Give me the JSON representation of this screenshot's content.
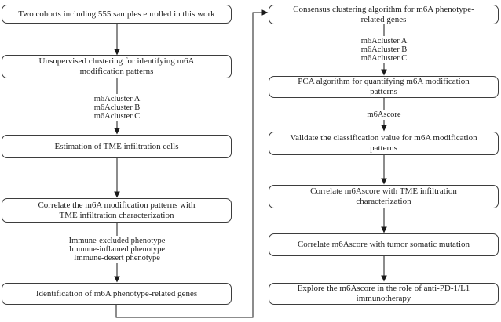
{
  "figure": {
    "type": "flowchart",
    "background_color": "#ffffff",
    "line_color": "#1a1a1a",
    "box_border_color": "#3d3d3d",
    "text_color": "#1f1f1f"
  },
  "flowchart": {
    "left_column": {
      "boxes": [
        {
          "label": "Two cohorts including 555 samples enrolled in this work"
        },
        {
          "label": "Unsupervised clustering for identifying m6A modification patterns"
        },
        {
          "label": "Estimation of TME infiltration cells"
        },
        {
          "label": "Correlate the m6A modification patterns with TME infiltration characterization"
        },
        {
          "label": "Identification of m6A phenotype-related genes"
        }
      ],
      "edge_labels": [
        {
          "text": "m6Acluster A\nm6Acluster B\nm6Acluster C"
        },
        {
          "text": "Immune-excluded phenotype\nImmune-inflamed phenotype\nImmune-desert phenotype"
        }
      ]
    },
    "right_column": {
      "boxes": [
        {
          "label": "Consensus clustering algorithm for m6A phenotype-related genes"
        },
        {
          "label": "PCA algorithm for quantifying m6A modification patterns"
        },
        {
          "label": "Validate the classification value for m6A modification patterns"
        },
        {
          "label": "Correlate m6Ascore with TME infiltration characterization"
        },
        {
          "label": "Correlate m6Ascore with tumor somatic mutation"
        },
        {
          "label": "Explore the m6Ascore in the role of anti-PD-1/L1 immunotherapy"
        }
      ],
      "edge_labels": [
        {
          "text": "m6Acluster A\nm6Acluster B\nm6Acluster C"
        },
        {
          "text": "m6Ascore"
        }
      ]
    }
  }
}
